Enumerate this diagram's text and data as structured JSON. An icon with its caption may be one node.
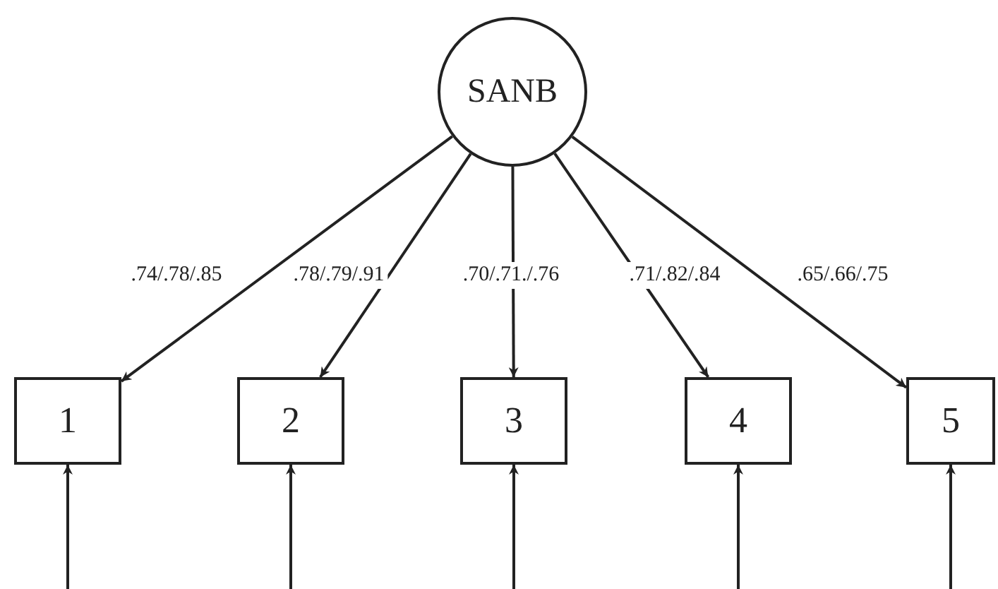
{
  "diagram": {
    "nodes": [
      {
        "text": [
          "SANB"
        ]
      },
      {
        "text": [
          "1"
        ]
      },
      {
        "text": [
          "2"
        ]
      },
      {
        "text": [
          "3"
        ]
      },
      {
        "text": [
          "4"
        ]
      },
      {
        "text": [
          "5"
        ]
      }
    ],
    "edges": [
      {
        "from": 0,
        "to": 1,
        "arrow": "to",
        "label": ".74/.78/.85"
      },
      {
        "from": 0,
        "to": 2,
        "arrow": "to",
        "label": ".78/.79/.91"
      },
      {
        "from": 0,
        "to": 3,
        "arrow": "to",
        "label": ".70/.71./.76"
      },
      {
        "from": 0,
        "to": 4,
        "arrow": "to",
        "label": ".71/.82/.84"
      },
      {
        "from": 0,
        "to": 5,
        "arrow": "to",
        "label": ".65/.66/.75"
      },
      {
        "from": null,
        "to": 1,
        "arrow": "to"
      },
      {
        "from": null,
        "to": 2,
        "arrow": "to"
      },
      {
        "from": null,
        "to": 3,
        "arrow": "to"
      },
      {
        "from": null,
        "to": 4,
        "arrow": "to"
      },
      {
        "from": null,
        "to": 5,
        "arrow": "to"
      }
    ]
  }
}
